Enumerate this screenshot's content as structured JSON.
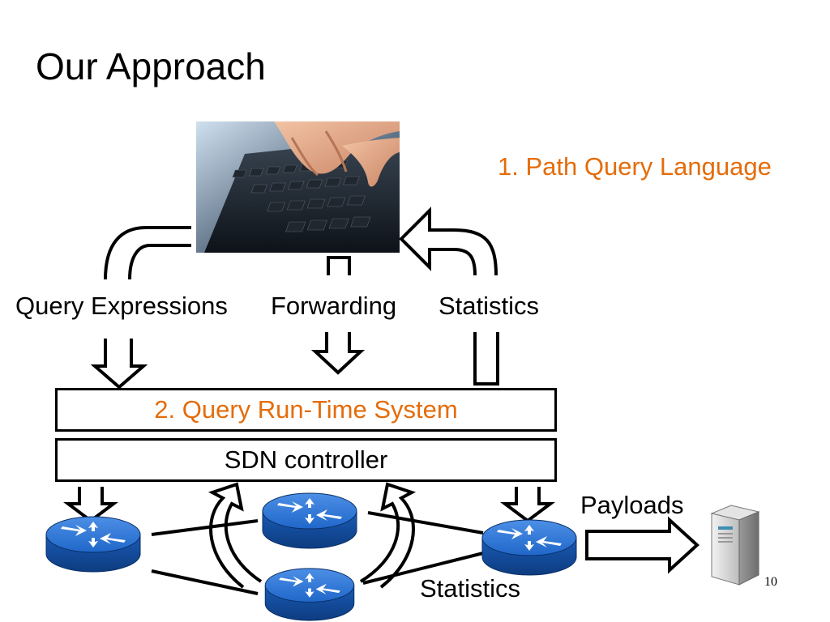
{
  "slide": {
    "title": "Our Approach",
    "number": "10"
  },
  "labels": {
    "path_query_language": "1. Path Query Language",
    "query_expressions": "Query Expressions",
    "forwarding": "Forwarding",
    "statistics_top": "Statistics",
    "statistics_bottom": "Statistics",
    "payloads": "Payloads"
  },
  "boxes": {
    "runtime": "2. Query Run-Time System",
    "controller": "SDN controller"
  },
  "colors": {
    "accent": "#e46c0a",
    "router_blue": "#1f67c9"
  },
  "icons": [
    "laptop-typing-image",
    "router-icon",
    "server-icon",
    "arrow-icon"
  ]
}
